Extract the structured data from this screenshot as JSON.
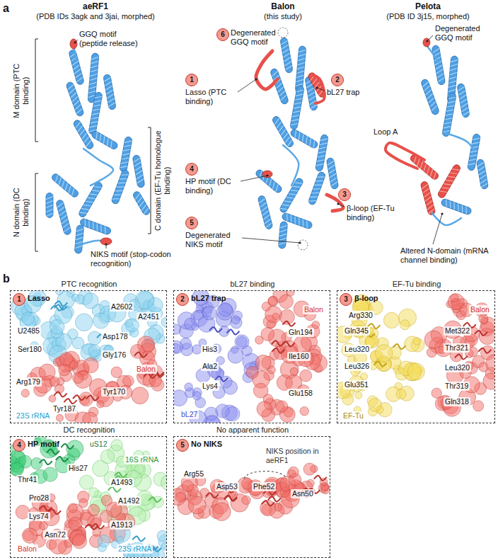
{
  "diagram": {
    "nodes": [
      {
        "text": [
          "6"
        ]
      },
      {
        "text": [
          "1"
        ]
      },
      {
        "text": [
          "2"
        ]
      },
      {
        "text": [
          "4"
        ]
      },
      {
        "text": [
          "3"
        ]
      },
      {
        "text": [
          "5"
        ]
      },
      {
        "text": [
          "PTC recognition",
          "Lasso",
          "A2602",
          "A2451",
          "U2485",
          "Asp178",
          "Ser180",
          "Gly176",
          "Arg179",
          "Tyr170",
          "Tyr187",
          "Balon",
          "23S rRNA"
        ]
      },
      {
        "text": [
          "1"
        ],
        "in": 6
      },
      {
        "text": [
          "bL27 binding",
          "bL27 trap",
          "Balon",
          "Gln194",
          "His3",
          "Ile160",
          "Ala2",
          "Lys4",
          "Glu158",
          "bL27"
        ]
      },
      {
        "text": [
          "2"
        ],
        "in": 8
      },
      {
        "text": [
          "EF-Tu binding",
          "β-loop",
          "Balon",
          "Arg330",
          "Gln345",
          "Met322",
          "Thr321",
          "Leu320",
          "Leu326",
          "Leu320",
          "Glu351",
          "Thr319",
          "Gln318",
          "EF-Tu"
        ]
      },
      {
        "text": [
          "3"
        ],
        "in": 10
      },
      {
        "text": [
          "DC recognition",
          "HP motif",
          "uS12",
          "16S rRNA",
          "His27",
          "Thr41",
          "A1493",
          "Pro28",
          "A1492",
          "Lys74",
          "A1913",
          "Asn72",
          "Balon",
          "23S rRNA"
        ]
      },
      {
        "text": [
          "4"
        ],
        "in": 12
      },
      {
        "text": [
          "No apparent function",
          "No NIKS",
          "NIKS position in aeRF1",
          "Arg55",
          "Asp53",
          "Phe52",
          "Asn50"
        ]
      },
      {
        "text": [
          "5"
        ],
        "in": 14
      }
    ],
    "labels": [
      "a",
      "aeRF1",
      "(PDB IDs 3agk and 3jai, morphed)",
      "GGQ motif (peptide release)",
      "M domain (PTC binding)",
      "C domain (EF-Tu homologue binding)",
      "N domain (DC binding)",
      "NIKS motif (stop-codon recognition)",
      "Balon",
      "(this study)",
      "Degenerated GGQ motif",
      "Lasso (PTC binding)",
      "bL27 trap",
      "HP motif (DC binding)",
      "β-loop (EF-Tu binding)",
      "Degenerated NIKS motif",
      "Pelota",
      "(PDB ID 3j15, morphed)",
      "Degenerated GGQ motif",
      "Loop A",
      "Altered N-domain (mRNA channel binding)",
      "b"
    ]
  }
}
